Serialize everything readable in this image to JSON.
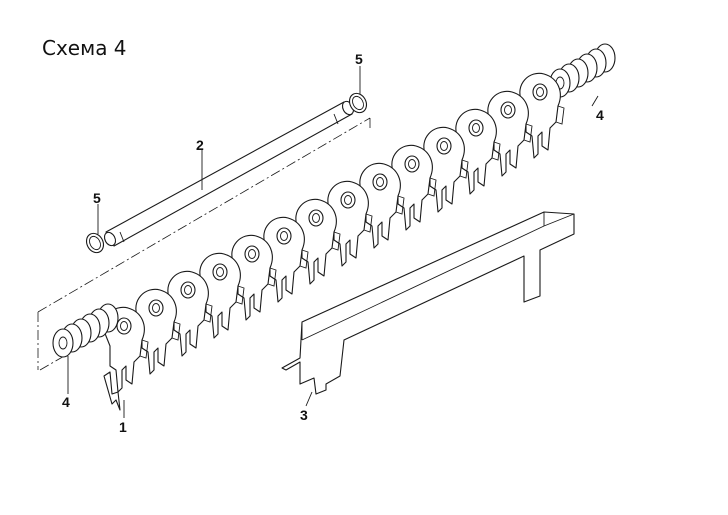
{
  "title": "Схема 4",
  "callouts": {
    "blade_assembly": "1",
    "shaft": "2",
    "bar": "3",
    "spring_left": "4",
    "spring_right": "4",
    "ring_left": "5",
    "ring_right": "5"
  }
}
